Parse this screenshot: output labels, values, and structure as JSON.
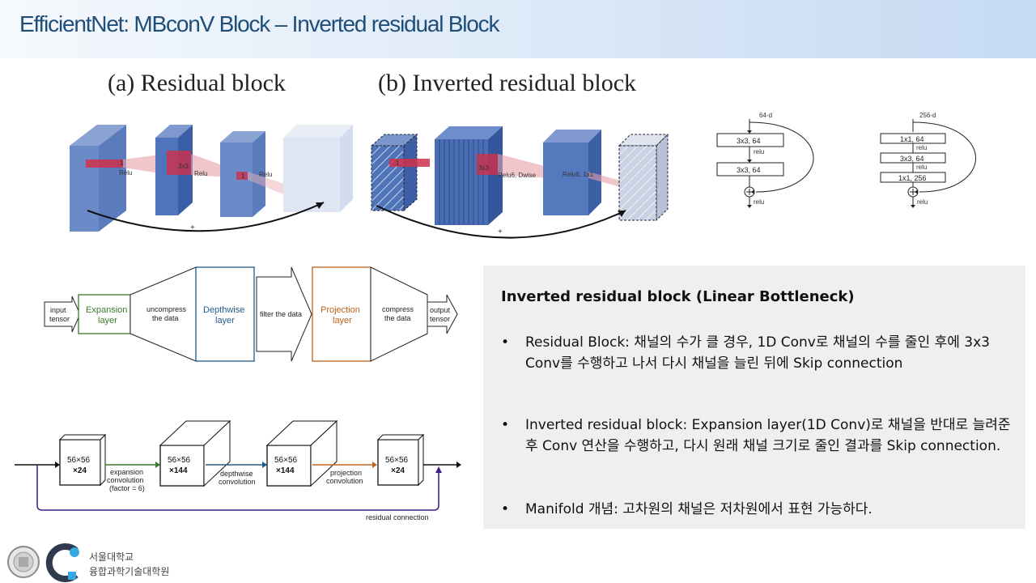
{
  "title": "EfficientNet: MBconV Block – Inverted residual Block",
  "captions": {
    "a": "(a) Residual block",
    "b": "(b) Inverted residual block"
  },
  "fig_residual": {
    "label1": "Relu",
    "label2": "Relu",
    "label3": "Relu",
    "kernel": "3x3",
    "k1": "1",
    "k2": "1",
    "plus": "+"
  },
  "fig_inverted": {
    "k1": "1",
    "kernel": "3x3",
    "label1": "Relu6, Dwise",
    "label2": "Relu6, 1x1",
    "plus": "+"
  },
  "resnet_left": {
    "input": "64-d",
    "box1": "3x3, 64",
    "relu1": "relu",
    "box2": "3x3, 64",
    "relu2": "relu"
  },
  "resnet_right": {
    "input": "256-d",
    "box1": "1x1, 64",
    "relu1": "relu",
    "box2": "3x3, 64",
    "relu2": "relu",
    "box3": "1x1, 256",
    "relu3": "relu"
  },
  "flow": {
    "input": [
      "input",
      "tensor"
    ],
    "expansion": [
      "Expansion",
      "layer"
    ],
    "uncompress": [
      "uncompress",
      "the data"
    ],
    "depthwise": [
      "Depthwise",
      "layer"
    ],
    "filter": "filter the data",
    "projection": [
      "Projection",
      "layer"
    ],
    "compress": [
      "compress",
      "the data"
    ],
    "output": [
      "output",
      "tensor"
    ]
  },
  "bottleneck": {
    "b1": [
      "56×56",
      "×24"
    ],
    "b2": [
      "56×56",
      "×144"
    ],
    "b3": [
      "56×56",
      "×144"
    ],
    "b4": [
      "56×56",
      "×24"
    ],
    "expansion": [
      "expansion",
      "convolution",
      "(factor = 6)"
    ],
    "depthwise": [
      "depthwise",
      "convolution"
    ],
    "projection": [
      "projection",
      "convolution"
    ],
    "residual": "residual connection"
  },
  "panel": {
    "title": "Inverted residual block (Linear Bottleneck)",
    "bullet_glyph": "•",
    "bullets": [
      "Residual Block: 채널의 수가 클 경우, 1D Conv로 채널의 수를 줄인 후에 3x3 Conv를 수행하고 나서 다시 채널을 늘린 뒤에 Skip connection",
      "Inverted residual block: Expansion layer(1D Conv)로 채널을 반대로 늘려준 후 Conv 연산을 수행하고, 다시 원래 채널 크기로 줄인 결과를 Skip connection.",
      "Manifold 개념: 고차원의 채널은 저차원에서 표현 가능하다."
    ]
  },
  "footer": {
    "line1": "서울대학교",
    "line2": "융합과학기술대학원"
  },
  "colors": {
    "title": "#1f4e79",
    "block": "#5b7fbf",
    "green": "#3a7a2a",
    "blue": "#1f5a8c",
    "orange": "#c0631a",
    "purple": "#3d1f80"
  }
}
